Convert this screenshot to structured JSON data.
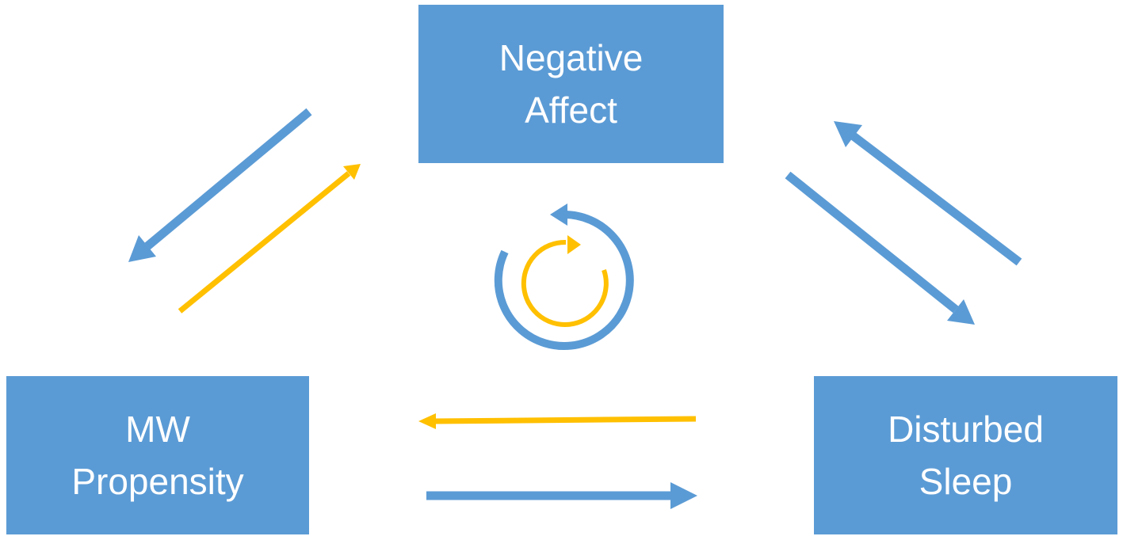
{
  "colors": {
    "box_fill": "#5b9bd5",
    "box_text": "#ffffff",
    "blue_arrow": "#5b9bd5",
    "yellow_arrow": "#ffc000",
    "background": "#ffffff"
  },
  "nodes": {
    "negative_affect": {
      "line1": "Negative",
      "line2": "Affect"
    },
    "mw_propensity": {
      "line1": "MW",
      "line2": "Propensity"
    },
    "disturbed_sleep": {
      "line1": "Disturbed",
      "line2": "Sleep"
    }
  },
  "edges": [
    {
      "from": "negative_affect",
      "to": "mw_propensity",
      "color": "blue"
    },
    {
      "from": "mw_propensity",
      "to": "negative_affect",
      "color": "yellow"
    },
    {
      "from": "disturbed_sleep",
      "to": "negative_affect",
      "color": "blue"
    },
    {
      "from": "negative_affect",
      "to": "disturbed_sleep",
      "color": "blue"
    },
    {
      "from": "disturbed_sleep",
      "to": "mw_propensity",
      "color": "yellow"
    },
    {
      "from": "mw_propensity",
      "to": "disturbed_sleep",
      "color": "blue"
    }
  ],
  "center_icon": {
    "name": "cycle-icon",
    "outer_color": "blue",
    "inner_color": "yellow"
  }
}
